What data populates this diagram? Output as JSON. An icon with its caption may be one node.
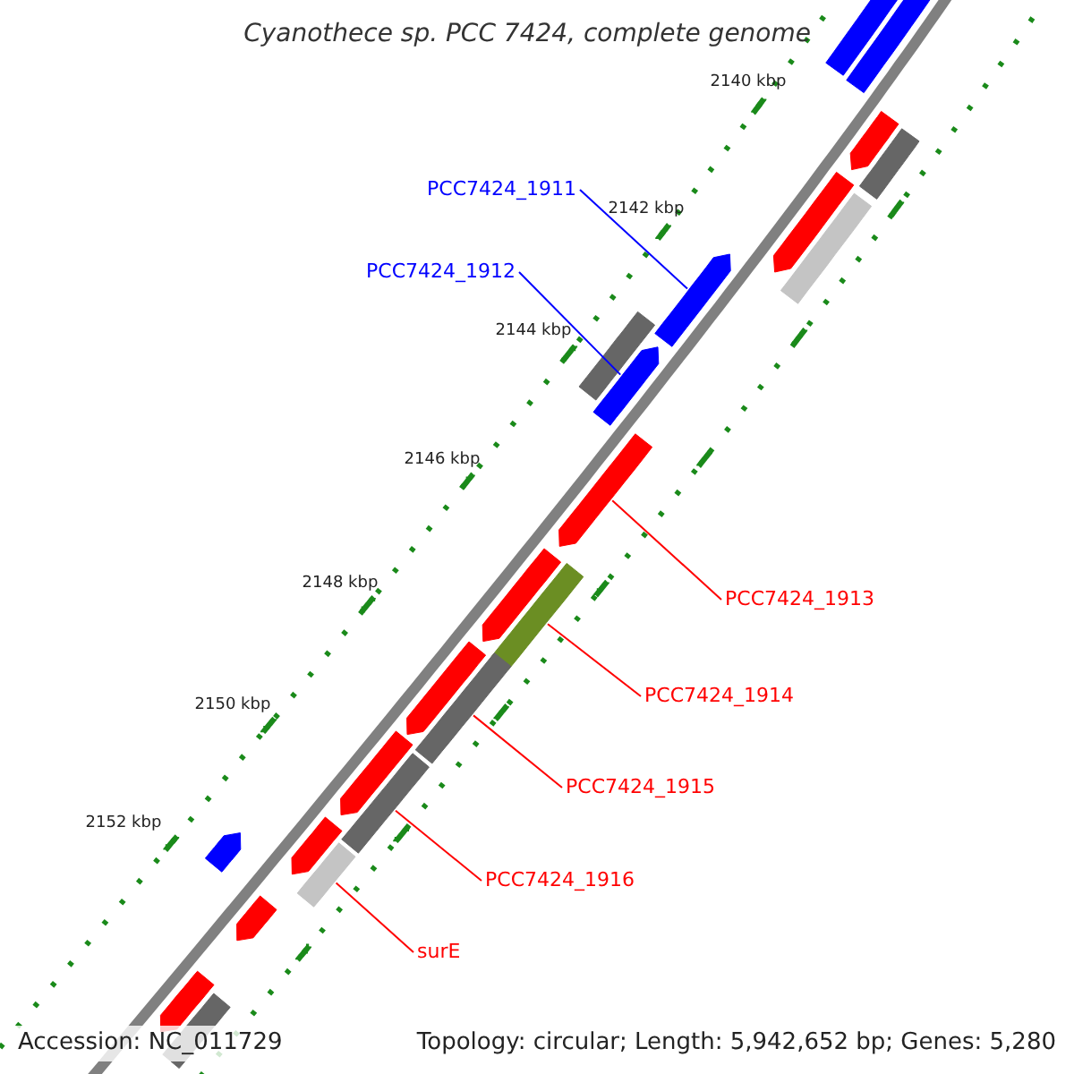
{
  "diagram": {
    "title": "Cyanothece sp. PCC 7424, complete genome",
    "nodes": [
      {
        "text": [
          "PCC7424_1911"
        ]
      },
      {
        "text": [
          "PCC7424_1912"
        ]
      },
      {
        "text": [
          "PCC7424_1913"
        ]
      },
      {
        "text": [
          "PCC7424_1914"
        ]
      },
      {
        "text": [
          "PCC7424_1915"
        ]
      },
      {
        "text": [
          "PCC7424_1916"
        ]
      },
      {
        "text": [
          "surE"
        ]
      },
      {
        "text": [],
        "shape": "bar"
      },
      {
        "text": [],
        "shape": "bar"
      },
      {
        "text": [],
        "shape": "arrow"
      },
      {
        "text": [],
        "shape": "bar"
      },
      {
        "text": [],
        "shape": "arrow"
      },
      {
        "text": [],
        "shape": "bar"
      },
      {
        "text": [],
        "shape": "arrow"
      },
      {
        "text": [],
        "shape": "arrow"
      },
      {
        "text": [],
        "shape": "bar"
      },
      {
        "text": [],
        "shape": "arrow"
      },
      {
        "text": [],
        "shape": "arrow"
      },
      {
        "text": [],
        "shape": "bar"
      },
      {
        "text": [],
        "shape": "arrow"
      },
      {
        "text": [],
        "shape": "bar"
      },
      {
        "text": [],
        "shape": "arrow"
      },
      {
        "text": [],
        "shape": "bar"
      },
      {
        "text": [],
        "shape": "arrow"
      },
      {
        "text": [],
        "shape": "bar"
      },
      {
        "text": [],
        "shape": "arrow"
      },
      {
        "text": [],
        "shape": "arrow"
      },
      {
        "text": [],
        "shape": "arrow"
      },
      {
        "text": [],
        "shape": "bar"
      }
    ],
    "edges": [
      {
        "from": 0,
        "to": 13,
        "arrow": "none",
        "color": "#0000ff"
      },
      {
        "from": 1,
        "to": 14,
        "arrow": "none",
        "color": "#0000ff"
      },
      {
        "from": 2,
        "to": 16,
        "arrow": "none"
      },
      {
        "from": 3,
        "to": 18,
        "arrow": "none"
      },
      {
        "from": 4,
        "to": 20,
        "arrow": "none"
      },
      {
        "from": 5,
        "to": 22,
        "arrow": "none"
      },
      {
        "from": 6,
        "to": 24,
        "arrow": "none"
      }
    ],
    "labels": [
      "2140 kbp",
      "2142 kbp",
      "2144 kbp",
      "2146 kbp",
      "2148 kbp",
      "2150 kbp",
      "2152 kbp",
      "Accession: NC_011729",
      "Topology: circular; Length: 5,942,652 bp; Genes: 5,280"
    ]
  }
}
